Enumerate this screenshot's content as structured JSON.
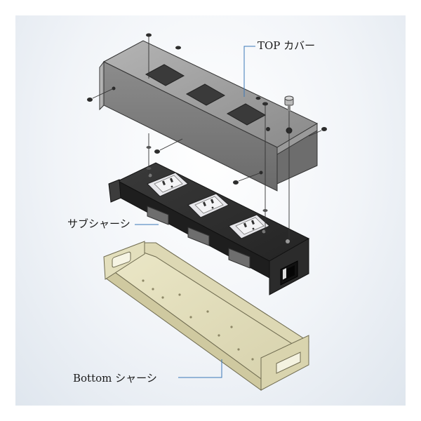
{
  "labels": {
    "top_cover": "TOP カバー",
    "sub_chassis": "サブシャーシ",
    "bottom_chassis": "Bottom シャーシ"
  },
  "colors": {
    "background": "#ffffff",
    "vignette": "#dfe6ee",
    "metal_light": "#a9a9a9",
    "metal_mid": "#8e8e8e",
    "metal_dark": "#5b5b5b",
    "sub_chassis": "#2f2f2f",
    "outlet_face": "#e6e6ea",
    "bottom_chassis": "#e6e2c0",
    "bottom_chassis_dark": "#c9c49c",
    "leader_line": "#3a78b8"
  }
}
